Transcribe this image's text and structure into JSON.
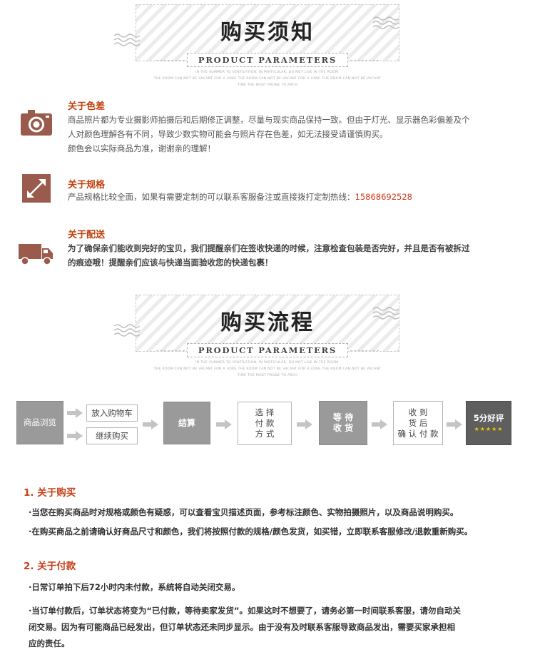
{
  "header_notice": {
    "title": "购买须知",
    "subtitle": "PRODUCT PARAMETERS",
    "small_lines": [
      "IN THE SUMMER TO VENTILATION, IN PARTICULAR, DO NOT LIVE IN THE ROOM.",
      "THE ROOM CAN NOT BE VACANT FOR A LONG THE ROOM CAN NOT BE VACANT FOR A LONG THE ROOM CAN NOT BE VACANT",
      "TIME THE MOST PRONE TO ARCH"
    ]
  },
  "notices": {
    "color": {
      "icon": "camera-icon",
      "heading": "关于色差",
      "lines": [
        "商品照片都为专业摄影师拍摄后和后期修正调整，尽量与现实商品保持一致。但由于灯光、显示器色彩偏差及个",
        "人对颜色理解各有不同，导致少数实物可能会与照片存在色差，如无法接受请谨慎购买。",
        "颜色会以实际商品为准，谢谢亲的理解！"
      ]
    },
    "spec": {
      "icon": "resize-arrow-icon",
      "heading": "关于规格",
      "text": "产品规格比较全面，如果有需要定制的可以联系客服备注或直接拨打定制热线：",
      "phone": "15868692528"
    },
    "delivery": {
      "icon": "truck-icon",
      "heading": "关于配送",
      "lines": [
        "为了确保亲们能收到完好的宝贝，我们提醒亲们在签收快递的时候，注意检查包装是否完好，并且是否有被拆过",
        "的痕迹哦！提醒亲们应该与快递当面验收您的快递包裹！"
      ]
    }
  },
  "header_flow": {
    "title": "购买流程",
    "subtitle": "PRODUCT PARAMETERS",
    "small_lines": [
      "IN THE SUMMER TO VENTILATION, IN PARTICULAR, DO NOT LIVE IN THE ROOM.",
      "THE ROOM CAN NOT BE VACANT FOR A LONG THE ROOM CAN NOT BE VACANT FOR A LONG THE ROOM CAN NOT BE VACANT",
      "TIME THE MOST PRONE TO ARCH"
    ]
  },
  "flow": {
    "browse": "商品浏览",
    "add_cart": "放入购物车",
    "continue": "继续购买",
    "checkout": "结算",
    "payment": "选 择\n付 款\n方 式",
    "wait": "等 待\n收 货",
    "receive": "收 到\n货 后\n确 认 付 款",
    "review": "5分好评",
    "stars": "★★★★★"
  },
  "sections": {
    "purchase": {
      "heading": "1. 关于购买",
      "lines": [
        "·当您在购买商品时对规格或颜色有疑惑，可以查看宝贝描述页面，参考标注颜色、实物拍摄照片，以及商品说明购买。",
        "·在购买商品之前请确认好商品尺寸和颜色，我们将按照付款的规格/颜色发货，如买错，立即联系客服修改/退款重新购买。"
      ]
    },
    "payment": {
      "heading": "2. 关于付款",
      "line1": "·日常订单拍下后72小时内未付款，系统将自动关闭交易。",
      "para": [
        "·当订单付款后，订单状态将变为“已付款，等待卖家发货”。如果这时不想要了，请务必第一时间联系客服，请勿自动关",
        "闭交易。因为有可能商品已经发出，但订单状态还未同步显示。由于没有及时联系客服导致商品发出，需要买家承担相",
        "应的责任。"
      ]
    }
  },
  "colors": {
    "accent": "#c1410d",
    "flow_gray": "#9a9a9a",
    "flow_dark": "#5e5e5e",
    "icon": "#9a5b4d"
  }
}
